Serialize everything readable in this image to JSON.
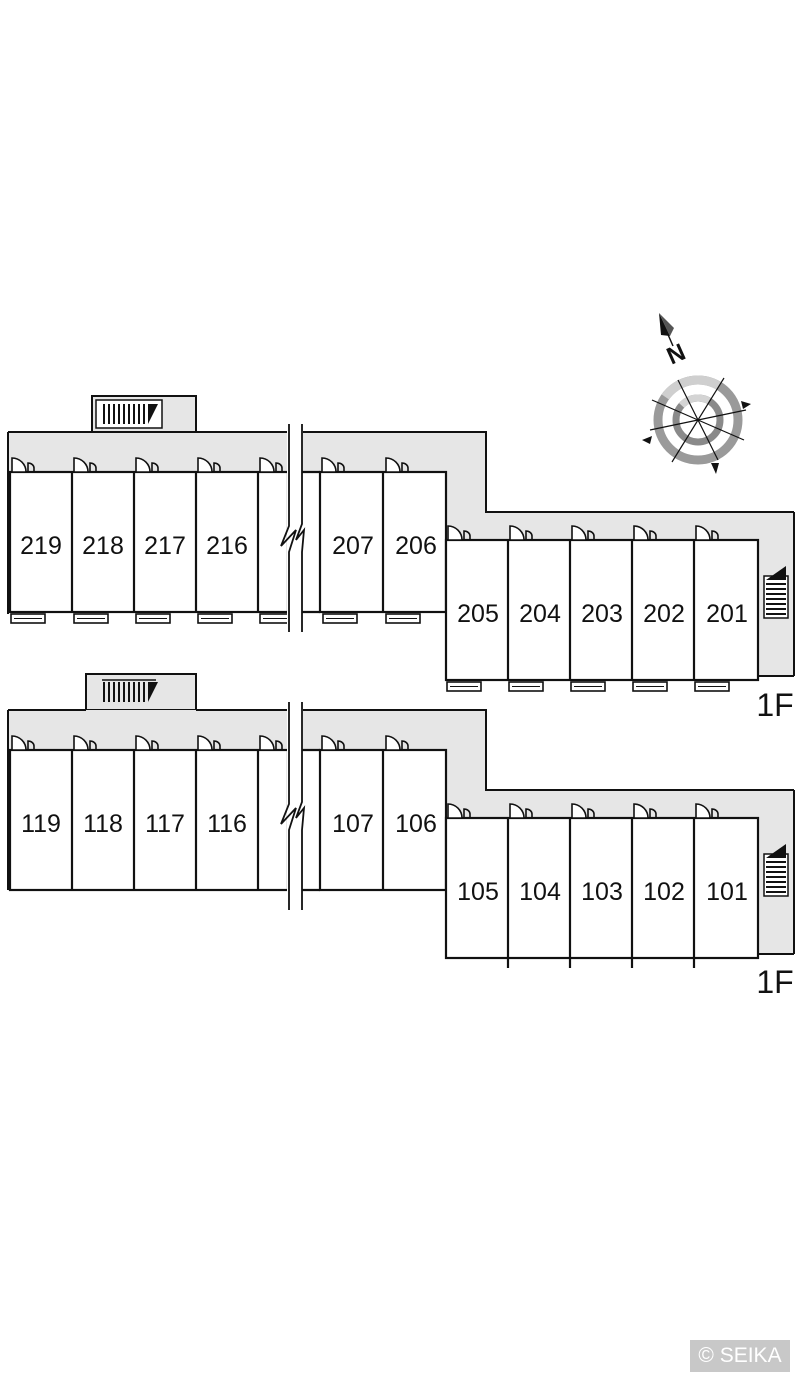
{
  "plan": {
    "upper_floor": {
      "floor_label": "1F",
      "west_units": [
        "219",
        "218",
        "217",
        "216"
      ],
      "middle_units": [
        "207",
        "206"
      ],
      "east_units": [
        "205",
        "204",
        "203",
        "202",
        "201"
      ]
    },
    "lower_floor": {
      "floor_label": "1F",
      "west_units": [
        "119",
        "118",
        "117",
        "116"
      ],
      "middle_units": [
        "107",
        "106"
      ],
      "east_units": [
        "105",
        "104",
        "103",
        "102",
        "101"
      ]
    },
    "compass": {
      "north_label": "N"
    }
  },
  "copyright": "© SEIKA",
  "colors": {
    "corridor": "#e6e6e6",
    "wall": "#111111",
    "compass_ring": "#9a9a9a"
  }
}
